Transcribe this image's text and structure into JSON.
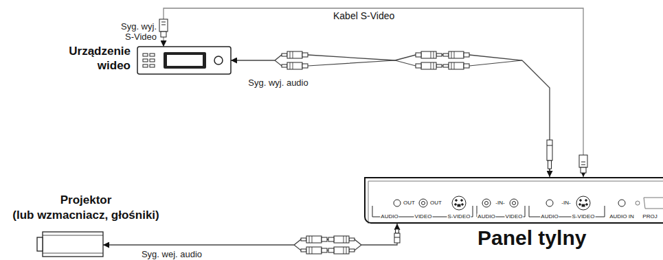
{
  "diagram": {
    "nodes": [
      {
        "text": [
          "Urządzenie wideo"
        ]
      },
      {
        "text": [
          "Panel tylny"
        ]
      },
      {
        "text": [
          "Projektor",
          "(lub wzmacniacz, głośniki)"
        ]
      }
    ],
    "edges": [
      {
        "from": 0,
        "to": 1,
        "label": "Kabel S-Video",
        "arrow": "both"
      },
      {
        "from": 0,
        "to": 1,
        "arrow": "both"
      },
      {
        "from": 1,
        "to": 2,
        "arrow": "both"
      }
    ],
    "labels": [
      "Syg. wyj. S-Video",
      "Syg. wyj. audio",
      "Syg. wej. audio",
      "OUT",
      "OUT",
      "AUDIO",
      "VIDEO",
      "S-VIDEO",
      "-IN-",
      "AUDIO",
      "VIDEO",
      "-IN-",
      "AUDIO",
      "S-VIDEO",
      "AUDIO IN",
      "PROJ"
    ]
  }
}
